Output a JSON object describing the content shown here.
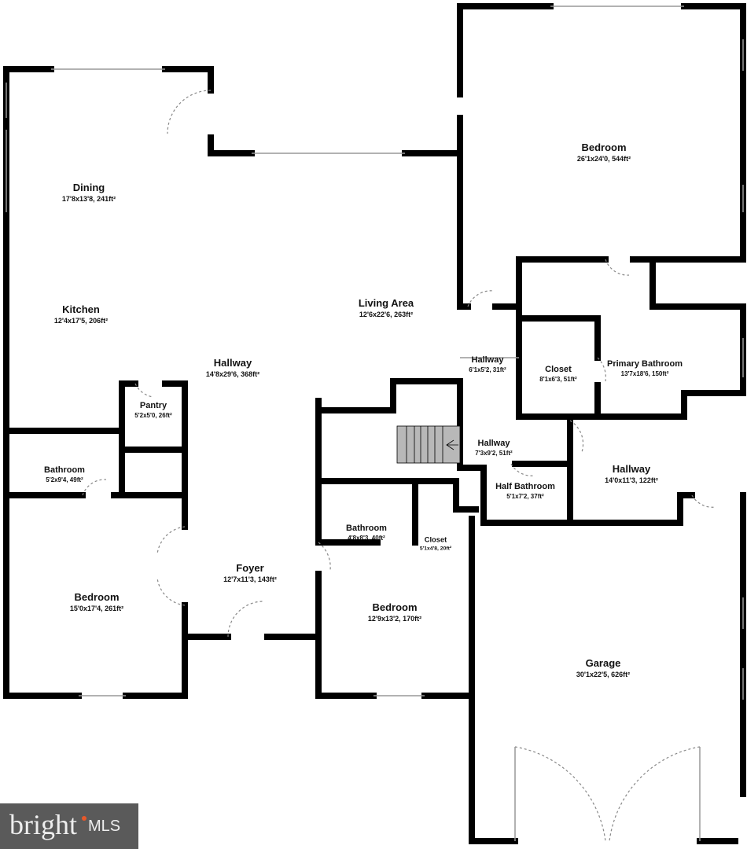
{
  "rooms": [
    {
      "name": "Bedroom",
      "dims": "26'1x24'0, 544ft²"
    },
    {
      "name": "Dining",
      "dims": "17'8x13'8, 241ft²"
    },
    {
      "name": "Kitchen",
      "dims": "12'4x17'5, 206ft²"
    },
    {
      "name": "Living Area",
      "dims": "12'6x22'6, 263ft²"
    },
    {
      "name": "Hallway",
      "dims": "14'8x29'6, 368ft²"
    },
    {
      "name": "Hallway",
      "dims": "6'1x5'2, 31ft²"
    },
    {
      "name": "Closet",
      "dims": "8'1x6'3, 51ft²"
    },
    {
      "name": "Primary Bathroom",
      "dims": "13'7x18'6, 150ft²"
    },
    {
      "name": "Pantry",
      "dims": "5'2x5'0, 26ft²"
    },
    {
      "name": "Hallway",
      "dims": "7'3x9'2, 51ft²"
    },
    {
      "name": "Hallway",
      "dims": "14'0x11'3, 122ft²"
    },
    {
      "name": "Bathroom",
      "dims": "5'2x9'4, 49ft²"
    },
    {
      "name": "Half Bathroom",
      "dims": "5'1x7'2, 37ft²"
    },
    {
      "name": "Bathroom",
      "dims": "4'8x8'3, 40ft²"
    },
    {
      "name": "Closet",
      "dims": "5'1x4'8, 20ft²"
    },
    {
      "name": "Foyer",
      "dims": "12'7x11'3, 143ft²"
    },
    {
      "name": "Bedroom",
      "dims": "15'0x17'4, 261ft²"
    },
    {
      "name": "Bedroom",
      "dims": "12'9x13'2, 170ft²"
    },
    {
      "name": "Garage",
      "dims": "30'1x22'5, 626ft²"
    }
  ],
  "logo": {
    "brand": "bright",
    "suffix": "MLS",
    "accent": "#e8582a",
    "background": "#5a5a5a"
  },
  "colors": {
    "wall": "#000000",
    "stairs": "#b8b8b8",
    "door": "#888888"
  }
}
